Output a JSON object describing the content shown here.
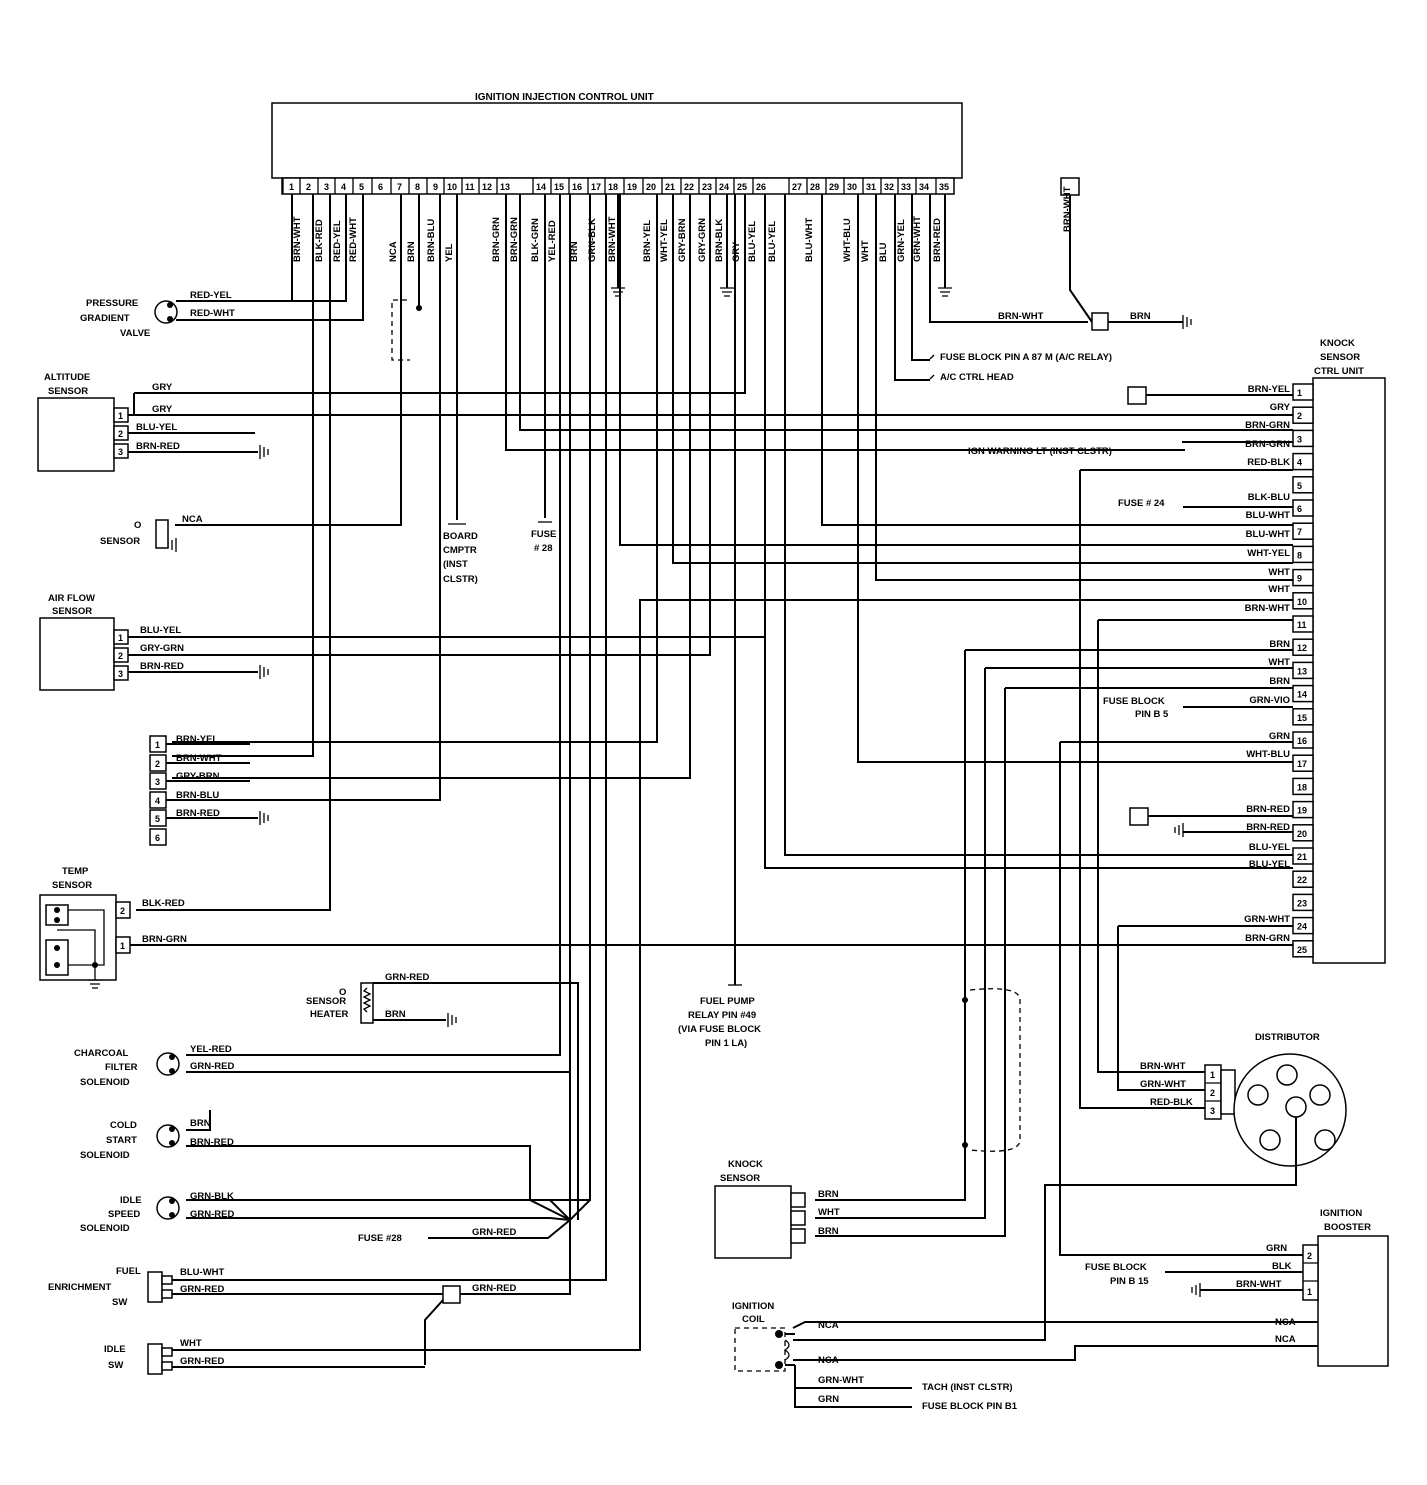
{
  "ecu": {
    "title": "IGNITION INJECTION CONTROL UNIT",
    "pins": [
      "1",
      "2",
      "3",
      "4",
      "5",
      "6",
      "7",
      "8",
      "9",
      "10",
      "11",
      "12",
      "13",
      "14",
      "15",
      "16",
      "17",
      "18",
      "19",
      "20",
      "21",
      "22",
      "23",
      "24",
      "25",
      "26",
      "27",
      "28",
      "29",
      "30",
      "31",
      "32",
      "33",
      "34",
      "35"
    ],
    "wires": [
      {
        "pin": "1",
        "color": "BRN-WHT"
      },
      {
        "pin": "2",
        "color": "BLK-RED"
      },
      {
        "pin": "3",
        "color": "RED-YEL"
      },
      {
        "pin": "4",
        "color": "RED-WHT"
      },
      {
        "pin": "7",
        "color": "NCA"
      },
      {
        "pin": "8",
        "color": "BRN"
      },
      {
        "pin": "9",
        "color": "BRN-BLU"
      },
      {
        "pin": "10",
        "color": "YEL"
      },
      {
        "pin": "13",
        "color": "BRN-GRN"
      },
      {
        "pin": "13b",
        "color": "BRN-GRN"
      },
      {
        "pin": "14",
        "color": "BLK-GRN"
      },
      {
        "pin": "15",
        "color": "YEL-RED"
      },
      {
        "pin": "16",
        "color": "BRN"
      },
      {
        "pin": "17",
        "color": "GRN-BLK"
      },
      {
        "pin": "18",
        "color": "BRN-WHT"
      },
      {
        "pin": "19",
        "color": "BRN-YEL"
      },
      {
        "pin": "20",
        "color": "WHT-YEL"
      },
      {
        "pin": "21",
        "color": "GRY-BRN"
      },
      {
        "pin": "22",
        "color": "GRY-GRN"
      },
      {
        "pin": "23",
        "color": "BRN-BLK"
      },
      {
        "pin": "24",
        "color": "GRY"
      },
      {
        "pin": "25",
        "color": "BLU-YEL"
      },
      {
        "pin": "26",
        "color": "BLU-YEL"
      },
      {
        "pin": "27",
        "color": "BLU-WHT"
      },
      {
        "pin": "29",
        "color": "WHT-BLU"
      },
      {
        "pin": "30",
        "color": "WHT"
      },
      {
        "pin": "31",
        "color": "BLU"
      },
      {
        "pin": "32",
        "color": "GRN-YEL"
      },
      {
        "pin": "33",
        "color": "GRN-WHT"
      },
      {
        "pin": "34",
        "color": "BRN-RED"
      },
      {
        "pin": "ext",
        "color": "BRN-WHT"
      }
    ]
  },
  "top_right": {
    "brn_wht": "BRN-WHT",
    "brn_wht2": "BRN-WHT",
    "brn": "BRN",
    "fuse_a87": "FUSE BLOCK PIN A 87 M (A/C RELAY)",
    "ac_head": "A/C CTRL HEAD"
  },
  "left_components": {
    "pressure_valve": {
      "label1": "PRESSURE",
      "label2": "GRADIENT",
      "label3": "VALVE",
      "w1": "RED-YEL",
      "w2": "RED-WHT"
    },
    "altitude": {
      "label1": "ALTITUDE",
      "label2": "SENSOR",
      "w0": "GRY",
      "w1": "GRY",
      "w2": "BLU-YEL",
      "w3": "BRN-RED",
      "p1": "1",
      "p2": "2",
      "p3": "3"
    },
    "o2": {
      "label1": "O",
      "label2": "SENSOR",
      "w1": "NCA"
    },
    "board": {
      "l1": "BOARD",
      "l2": "CMPTR",
      "l3": "(INST",
      "l4": "CLSTR)"
    },
    "fuse28": {
      "l1": "FUSE",
      "l2": "# 28"
    },
    "airflow": {
      "label1": "AIR FLOW",
      "label2": "SENSOR",
      "w1": "BLU-YEL",
      "w2": "GRY-GRN",
      "w3": "BRN-RED",
      "p1": "1",
      "p2": "2",
      "p3": "3"
    },
    "connector6": {
      "p": [
        "1",
        "2",
        "3",
        "4",
        "5",
        "6"
      ],
      "w": [
        "BRN-YEL",
        "BRN-WHT",
        "GRY-BRN",
        "BRN-BLU",
        "BRN-RED"
      ]
    },
    "temp": {
      "label1": "TEMP",
      "label2": "SENSOR",
      "w2": "BLK-RED",
      "w1": "BRN-GRN",
      "p2": "2",
      "p1": "1"
    },
    "o2heater": {
      "l1": "O",
      "l2": "SENSOR",
      "l3": "HEATER",
      "w1": "GRN-RED",
      "w2": "BRN"
    },
    "charcoal": {
      "l1": "CHARCOAL",
      "l2": "FILTER",
      "l3": "SOLENOID",
      "w1": "YEL-RED",
      "w2": "GRN-RED"
    },
    "coldstart": {
      "l1": "COLD",
      "l2": "START",
      "l3": "SOLENOID",
      "w1": "BRN",
      "w2": "BRN-RED"
    },
    "idlespeed": {
      "l1": "IDLE",
      "l2": "SPEED",
      "l3": "SOLENOID",
      "w1": "GRN-BLK",
      "w2": "GRN-RED"
    },
    "fuse28b": {
      "label": "FUSE #28",
      "w": "GRN-RED"
    },
    "fuelenr": {
      "l1": "FUEL",
      "l2": "ENRICHMENT",
      "l3": "SW",
      "w1": "BLU-WHT",
      "w2": "GRN-RED",
      "w3": "GRN-RED"
    },
    "idlesw": {
      "l1": "IDLE",
      "l2": "SW",
      "w1": "WHT",
      "w2": "GRN-RED"
    }
  },
  "fuel_pump": {
    "l1": "FUEL PUMP",
    "l2": "RELAY PIN #49",
    "l3": "(VIA FUSE BLOCK",
    "l4": "PIN 1 LA)"
  },
  "knock_unit": {
    "l1": "KNOCK",
    "l2": "SENSOR",
    "l3": "CTRL UNIT",
    "pins": [
      "1",
      "2",
      "3",
      "4",
      "5",
      "6",
      "7",
      "8",
      "9",
      "10",
      "11",
      "12",
      "13",
      "14",
      "15",
      "16",
      "17",
      "18",
      "19",
      "20",
      "21",
      "22",
      "23",
      "24",
      "25"
    ],
    "wires": [
      "BRN-YEL",
      "GRY",
      "BRN-GRN",
      "BRN-GRN",
      "RED-BLK",
      "BLK-BLU",
      "BLU-WHT",
      "BLU-WHT",
      "WHT-YEL",
      "WHT",
      "WHT",
      "BRN-WHT",
      "BRN",
      "WHT",
      "BRN",
      "GRN-VIO",
      "GRN",
      "WHT-BLU",
      "BRN-RED",
      "BRN-RED",
      "BLU-YEL",
      "BLU-YEL",
      "GRN-WHT",
      "BRN-GRN"
    ],
    "ign_warning": "IGN WARNING LT (INST CLSTR)",
    "fuse24": "FUSE # 24",
    "fuse_b5_1": "FUSE BLOCK",
    "fuse_b5_2": "PIN B 5"
  },
  "distributor": {
    "label": "DISTRIBUTOR",
    "w1": "BRN-WHT",
    "w2": "GRN-WHT",
    "w3": "RED-BLK",
    "p1": "1",
    "p2": "2",
    "p3": "3"
  },
  "knock_sensor": {
    "l1": "KNOCK",
    "l2": "SENSOR",
    "w1": "BRN",
    "w2": "WHT",
    "w3": "BRN"
  },
  "ign_booster": {
    "l1": "IGNITION",
    "l2": "BOOSTER",
    "w1": "GRN",
    "w2": "BLK",
    "w3": "BRN-WHT",
    "w4": "NCA",
    "w5": "NCA",
    "p2": "2",
    "p1": "1",
    "fuse1": "FUSE BLOCK",
    "fuse2": "PIN B 15"
  },
  "ign_coil": {
    "l1": "IGNITION",
    "l2": "COIL",
    "w1": "NCA",
    "w2": "NCA",
    "w3": "GRN-WHT",
    "w4": "GRN",
    "tach": "TACH (INST CLSTR)",
    "fuse_b1": "FUSE BLOCK PIN B1"
  }
}
